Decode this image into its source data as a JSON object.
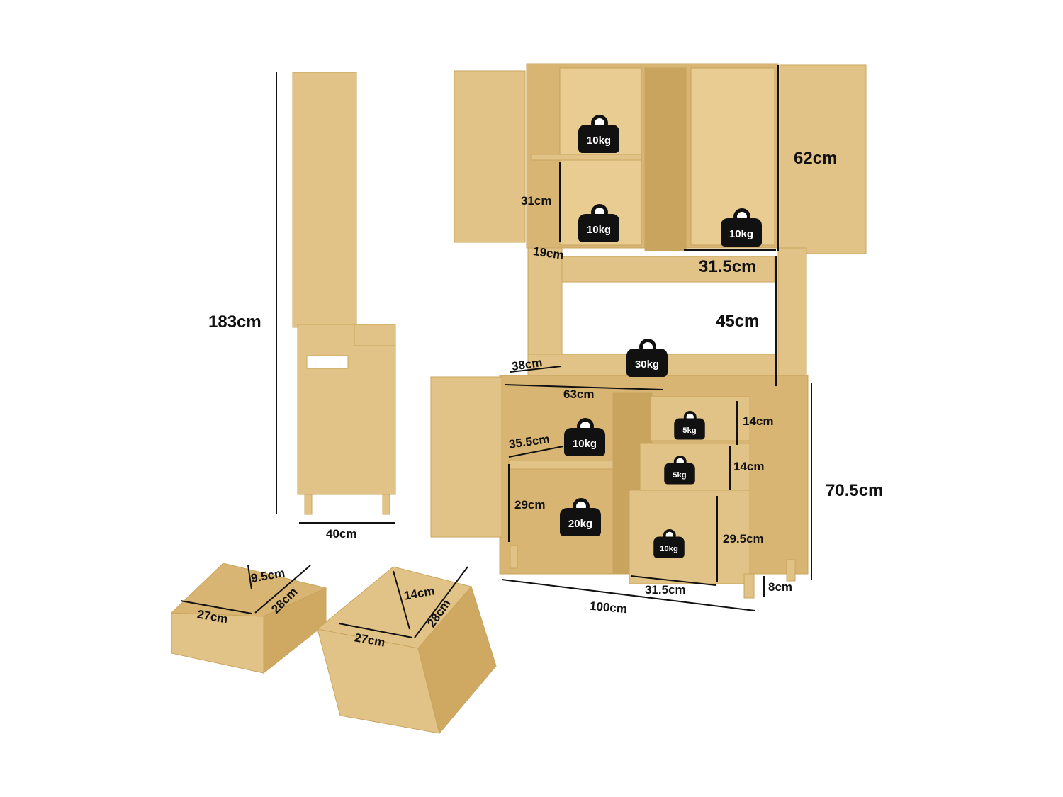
{
  "colors": {
    "wood": "#e2c387",
    "wood_dark": "#c9a45e",
    "line": "#111111"
  },
  "dimensions": {
    "total_height": "183cm",
    "side_depth": "40cm",
    "upper_height": "62cm",
    "shelf_gap_upper": "31cm",
    "upper_depth": "19cm",
    "upper_width": "31.5cm",
    "open_height": "45cm",
    "counter_depth": "38cm",
    "counter_width": "63cm",
    "lower_shelf_depth": "35.5cm",
    "lower_shelf_gap": "29cm",
    "drawer1_height": "14cm",
    "drawer2_height": "14cm",
    "drawer3_height": "29.5cm",
    "base_height": "70.5cm",
    "drawer_width": "31.5cm",
    "total_width": "100cm",
    "leg_height": "8cm",
    "small_drawer": {
      "height": "9.5cm",
      "width": "27cm",
      "depth": "28cm"
    },
    "large_drawer": {
      "height": "14cm",
      "width": "27cm",
      "depth": "28cm"
    }
  },
  "loads": {
    "upper_left_top": "10kg",
    "upper_left_bottom": "10kg",
    "upper_right": "10kg",
    "counter": "30kg",
    "lower_top": "10kg",
    "lower_bottom": "20kg",
    "drawer1": "5kg",
    "drawer2": "5kg",
    "drawer3": "10kg"
  }
}
